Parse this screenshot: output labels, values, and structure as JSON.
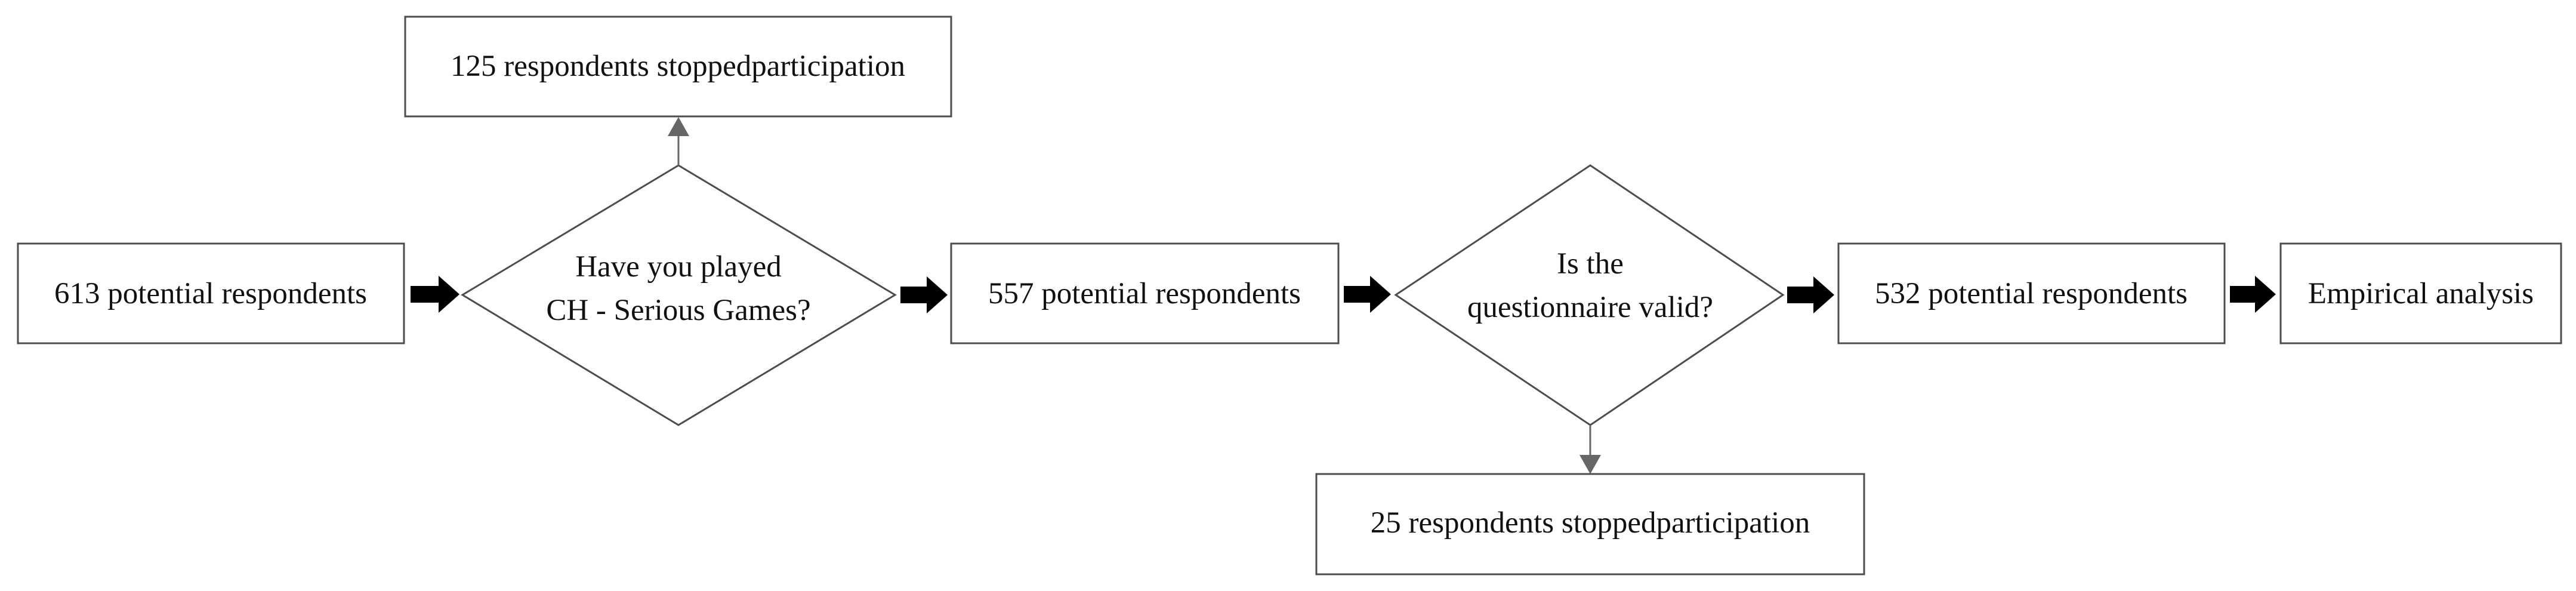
{
  "colors": {
    "stroke": "#4d4d4d",
    "connector_gray": "#666666",
    "flow_arrow": "#000000",
    "text": "#111111",
    "background": "#ffffff"
  },
  "nodes": {
    "start": {
      "shape": "box",
      "label": "613 potential respondents"
    },
    "decision_played": {
      "shape": "diamond",
      "label_line1": "Have you played",
      "label_line2": "CH - Serious Games?"
    },
    "after_played": {
      "shape": "box",
      "label": "557 potential respondents"
    },
    "decision_valid": {
      "shape": "diamond",
      "label_line1": "Is the",
      "label_line2": "questionnaire valid?"
    },
    "after_valid": {
      "shape": "box",
      "label": "532 potential respondents"
    },
    "analysis": {
      "shape": "box",
      "label": "Empirical analysis"
    },
    "stopped_top": {
      "shape": "box",
      "label": "125 respondents stoppedparticipation"
    },
    "stopped_bottom": {
      "shape": "box",
      "label": "25 respondents stoppedparticipation"
    }
  },
  "edges": [
    {
      "from": "start",
      "to": "decision_played",
      "style": "block-arrow"
    },
    {
      "from": "decision_played",
      "to": "after_played",
      "style": "block-arrow"
    },
    {
      "from": "decision_played",
      "to": "stopped_top",
      "style": "thin-arrow"
    },
    {
      "from": "after_played",
      "to": "decision_valid",
      "style": "block-arrow"
    },
    {
      "from": "decision_valid",
      "to": "after_valid",
      "style": "block-arrow"
    },
    {
      "from": "decision_valid",
      "to": "stopped_bottom",
      "style": "thin-arrow"
    },
    {
      "from": "after_valid",
      "to": "analysis",
      "style": "block-arrow"
    }
  ]
}
